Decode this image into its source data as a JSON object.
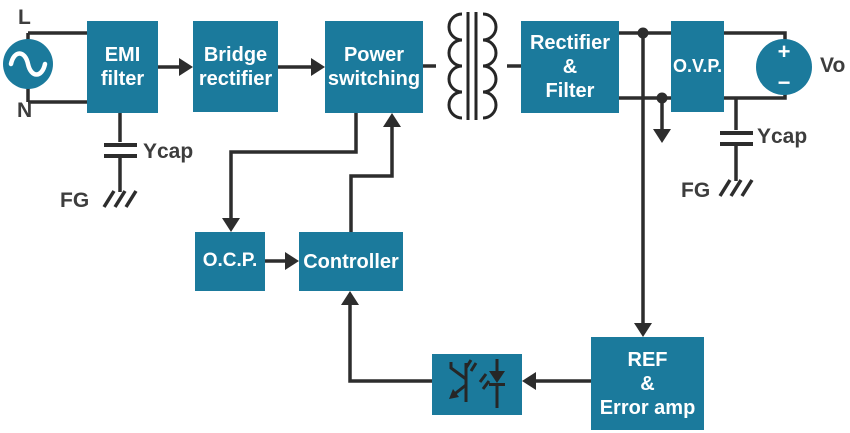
{
  "diagram": {
    "type": "smps-block-diagram",
    "blocks": {
      "emi": {
        "label": "EMI\nfilter"
      },
      "bridge": {
        "label": "Bridge\nrectifier"
      },
      "power": {
        "label": "Power\nswitching"
      },
      "rectifier": {
        "label": "Rectifier\n&\nFilter"
      },
      "ovp": {
        "label": "O.V.P."
      },
      "ocp": {
        "label": "O.C.P."
      },
      "controller": {
        "label": "Controller"
      },
      "ref": {
        "label": "REF\n&\nError amp"
      }
    },
    "labels": {
      "line": "L",
      "neutral": "N",
      "ycap_left": "Ycap",
      "fg_left": "FG",
      "ycap_right": "Ycap",
      "fg_right": "FG",
      "vout": "Vo",
      "plus": "+",
      "minus": "−"
    },
    "icons": {
      "ac_source": "circle-with-sine-wave",
      "transformer": "two-windings-with-core-lines",
      "optocoupler": "led-and-phototransistor",
      "capacitor": "parallel-plates",
      "ground": "three-slash-chassis-ground",
      "junction": "filled-dot",
      "arrowhead": "filled-triangle"
    },
    "colors": {
      "block_fill": "#1b7a9c",
      "block_text": "#ffffff",
      "wire": "#2d2d2d",
      "symbol": "#262626",
      "label_text": "#3d3d3d",
      "background": "#ffffff"
    }
  }
}
